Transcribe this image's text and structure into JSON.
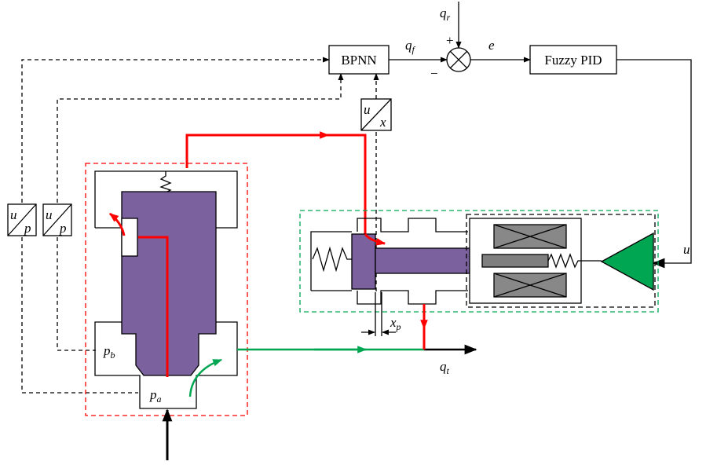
{
  "blocks": {
    "bpnn": "BPNN",
    "fuzzy_pid": "Fuzzy PID",
    "u_over_x": {
      "num": "u",
      "den": "x"
    },
    "u_over_p_left": {
      "num": "u",
      "den": "p"
    },
    "u_over_p_right": {
      "num": "u",
      "den": "p"
    }
  },
  "signals": {
    "q_r": {
      "base": "q",
      "sub": "r"
    },
    "q_f": {
      "base": "q",
      "sub": "f"
    },
    "e": "e",
    "u": "u",
    "q_t": {
      "base": "q",
      "sub": "t"
    },
    "x_p": {
      "base": "x",
      "sub": "p"
    },
    "p_a": {
      "base": "p",
      "sub": "a"
    },
    "p_b": {
      "base": "p",
      "sub": "b"
    }
  },
  "summing_junction": {
    "plus": "+",
    "minus": "−"
  },
  "colors": {
    "spool_fill": "#7b629e",
    "pilot_flow": "#ff0000",
    "main_flow": "#00a651",
    "amplifier": "#00a651",
    "solenoid_fill": "#888888",
    "main_valve_border": "#ff0000",
    "pilot_valve_border": "#00a651"
  }
}
